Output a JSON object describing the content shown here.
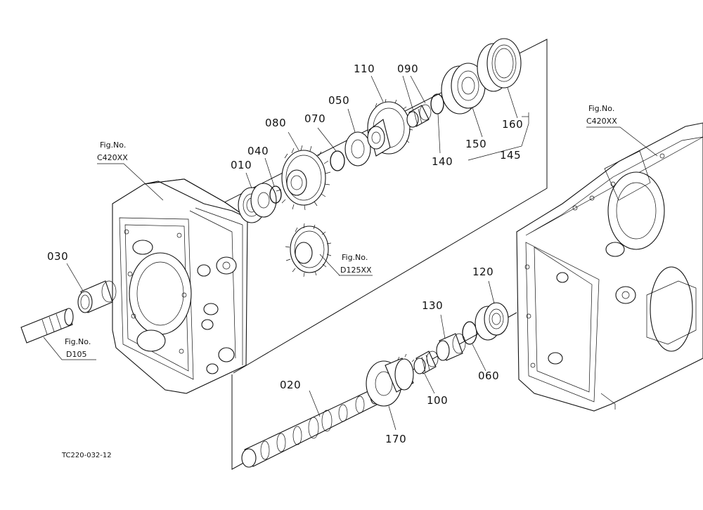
{
  "diagram": {
    "doc_code": "TC220-032-12",
    "fig_refs": {
      "left_case": {
        "line1": "Fig.No.",
        "line2": "C420XX"
      },
      "right_case": {
        "line1": "Fig.No.",
        "line2": "C420XX"
      },
      "gear": {
        "line1": "Fig.No.",
        "line2": "D125XX"
      },
      "shaft": {
        "line1": "Fig.No.",
        "line2": "D105"
      }
    },
    "callouts": {
      "p010": "010",
      "p020": "020",
      "p030": "030",
      "p040": "040",
      "p050": "050",
      "p060": "060",
      "p070": "070",
      "p080": "080",
      "p090": "090",
      "p100": "100",
      "p110": "110",
      "p120": "120",
      "p130": "130",
      "p140": "140",
      "p145": "145",
      "p150": "150",
      "p160": "160",
      "p170": "170"
    }
  }
}
